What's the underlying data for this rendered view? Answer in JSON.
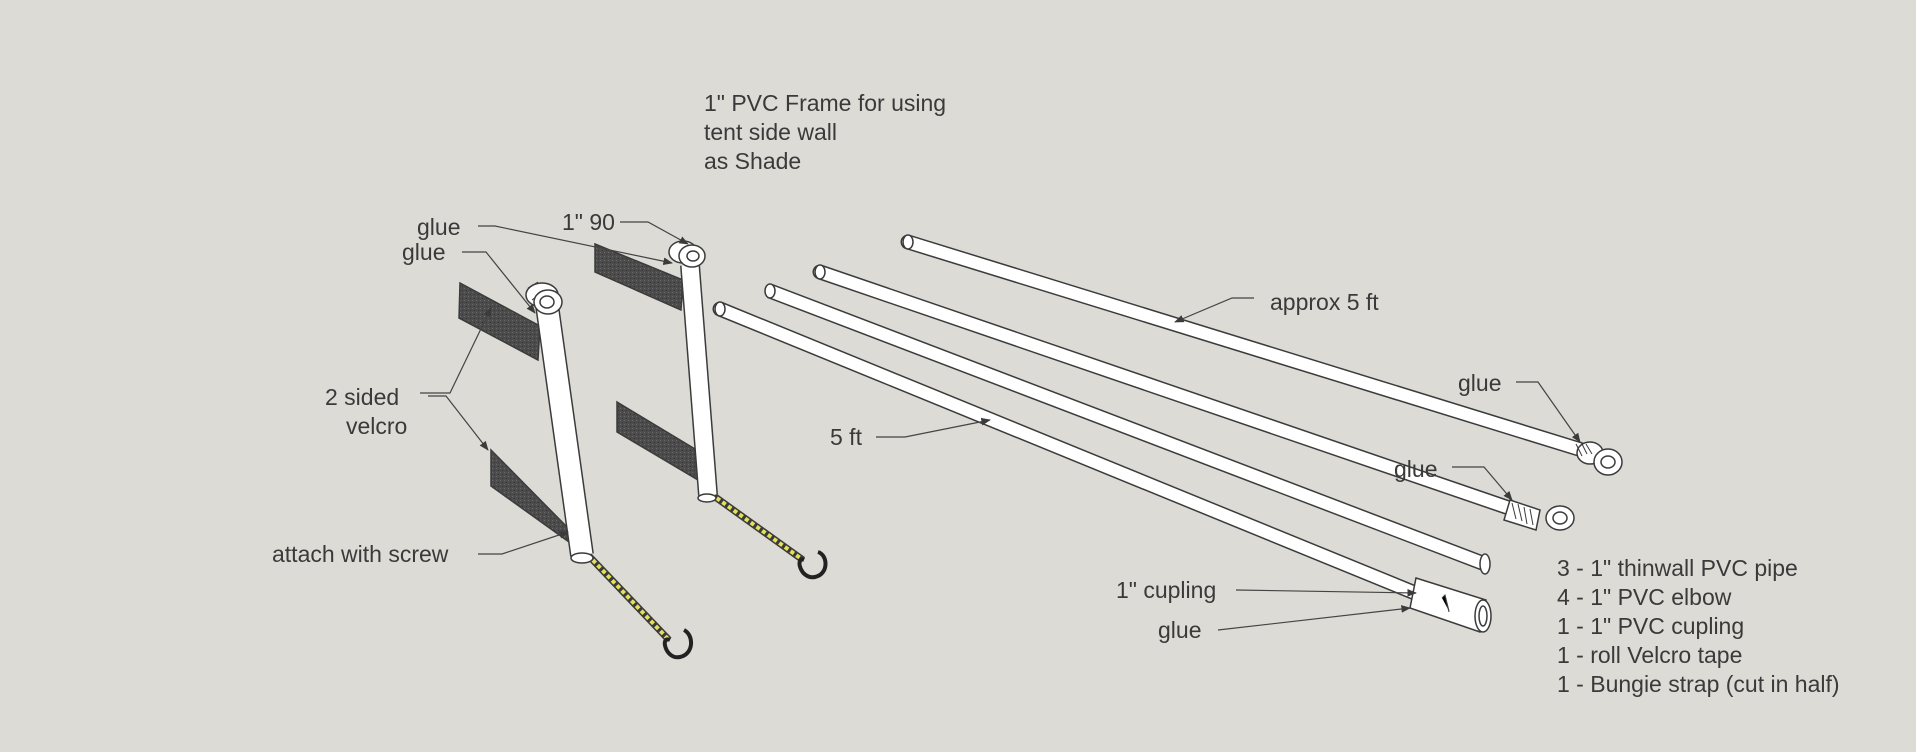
{
  "title_lines": [
    "1\" PVC Frame for using",
    "tent side wall",
    "as Shade"
  ],
  "labels": {
    "glue_a": "glue",
    "glue_b": "glue",
    "elbow_90": "1\" 90",
    "velcro_1": "2 sided",
    "velcro_2": "velcro",
    "attach_screw": "attach with screw",
    "approx_5ft": "approx 5 ft",
    "five_ft": "5 ft",
    "glue_c": "glue",
    "glue_d": "glue",
    "coupling": "1\" cupling",
    "glue_e": "glue"
  },
  "parts_list": [
    "3 - 1\" thinwall PVC pipe",
    "4 - 1\" PVC elbow",
    "1 - 1\" PVC cupling",
    "1 - roll Velcro tape",
    "1 - Bungie strap (cut in half)"
  ],
  "colors": {
    "background": "#dcdbd6",
    "pipe": "#ffffff",
    "outline": "#3b3b3b",
    "velcro": "#4a4a4a",
    "bungee": "#e3e05a"
  }
}
